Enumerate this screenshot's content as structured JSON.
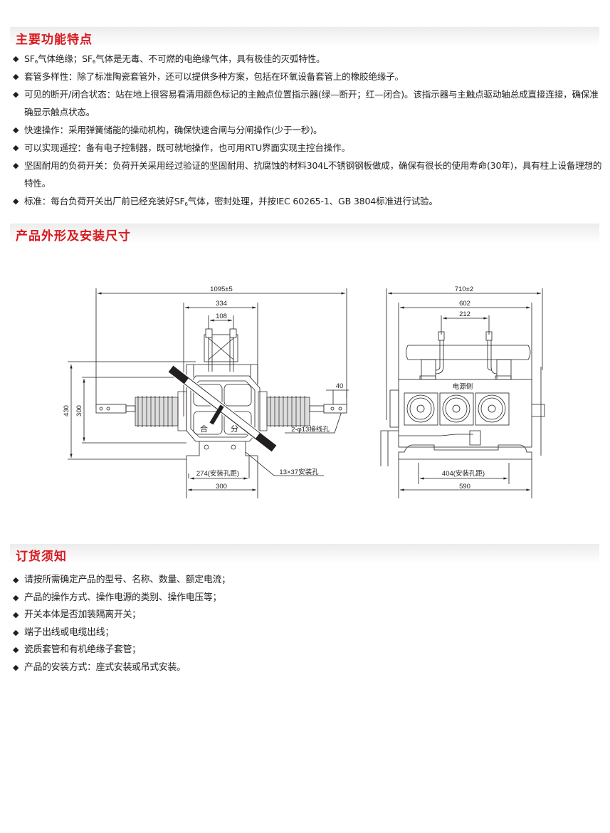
{
  "sections": {
    "features": {
      "title": "主要功能特点",
      "items": [
        [
          {
            "t": "SF"
          },
          {
            "sub": "6"
          },
          {
            "t": "气体绝缘；SF"
          },
          {
            "sub": "6"
          },
          {
            "t": "气体是无毒、不可燃的电绝缘气体，具有极佳的灭弧特性。"
          }
        ],
        [
          {
            "t": "套管多样性：除了标准陶瓷套管外，还可以提供多种方案，包括在环氧设备套管上的橡胶绝缘子。"
          }
        ],
        [
          {
            "t": "可见的断开/闭合状态：站在地上很容易看清用颜色标记的主触点位置指示器(绿—断开；红—闭合)。该指示器与主触点驱动轴总成直接连接，确保准确显示触点状态。"
          }
        ],
        [
          {
            "t": "快速操作：采用弹簧储能的操动机构，确保快速合闸与分闸操作(少于一秒)。"
          }
        ],
        [
          {
            "t": "可以实现遥控：备有电子控制器，既可就地操作，也可用RTU界面实现主控台操作。"
          }
        ],
        [
          {
            "t": "坚固耐用的负荷开关：负荷开关采用经过验证的坚固耐用、抗腐蚀的材料304L不锈钢钢板做成，确保有很长的使用寿命(30年)，具有柱上设备理想的特性。"
          }
        ],
        [
          {
            "t": "标准：每台负荷开关出厂前已经充装好SF"
          },
          {
            "sub": "6"
          },
          {
            "t": "气体，密封处理，并按IEC 60265-1、GB 3804标准进行试验。"
          }
        ]
      ]
    },
    "dimensions": {
      "title": "产品外形及安装尺寸",
      "front_view": {
        "overall_width": "1095±5",
        "body_width": "334",
        "clamp_spacing": "108",
        "overall_height": "430",
        "body_height": "300",
        "terminal_dim": "40",
        "terminal_hole": "2-φ13接线孔",
        "mount_hole_spacing": "274(安装孔距)",
        "base_width": "300",
        "mount_hole": "13×37安装孔",
        "close_label": "合",
        "open_label": "分"
      },
      "side_view": {
        "overall_width": "710±2",
        "body_width": "602",
        "clamp_spacing": "212",
        "source_side": "电源侧",
        "mount_hole_spacing": "404(安装孔距)",
        "base_width": "590"
      }
    },
    "ordering": {
      "title": "订货须知",
      "items": [
        "请按所需确定产品的型号、名称、数量、额定电流；",
        "产品的操作方式、操作电源的类别、操作电压等；",
        "开关本体是否加装隔离开关；",
        "端子出线或电缆出线；",
        "瓷质套管和有机绝缘子套管；",
        "产品的安装方式：座式安装或吊式安装。"
      ]
    }
  },
  "bullet": "◆",
  "colors": {
    "heading": "#d7191f",
    "text": "#231f20"
  }
}
